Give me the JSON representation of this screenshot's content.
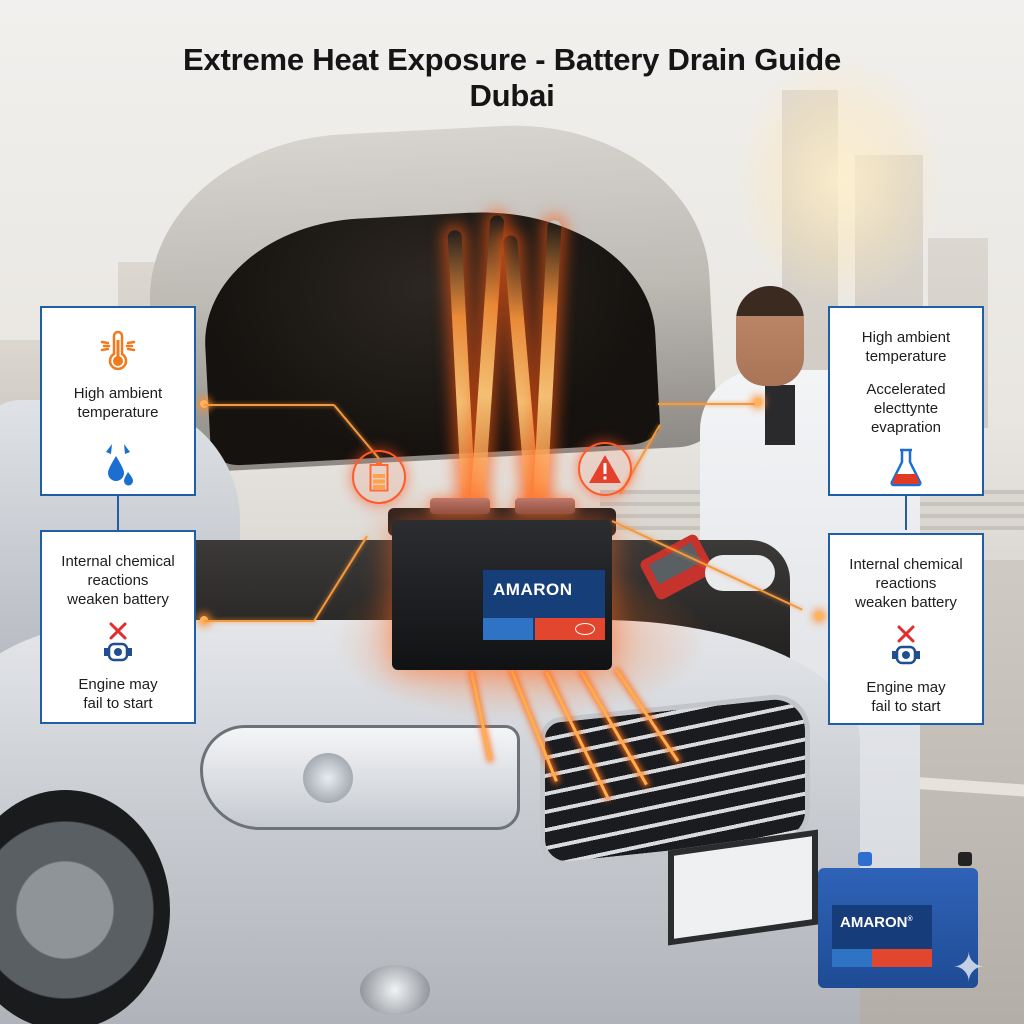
{
  "title": {
    "line1": "Extreme Heat Exposure - Battery Drain Guide",
    "line2": "Dubai"
  },
  "left_panels": [
    {
      "icon_top": "thermometer-heat-icon",
      "text": "High ambient\ntemperature",
      "icon_bottom": "water-droplets-icon"
    },
    {
      "text_top": "Internal chemical\nreactions\nweaken battery",
      "icon_x": "red-x-icon",
      "icon_engine": "engine-icon",
      "text_bottom": "Engine may\nfail to start"
    }
  ],
  "right_panels": [
    {
      "text_top": "High ambient\ntemperature",
      "text_mid": "Accelerated\nelecttynte\nevapration",
      "icon_bottom": "flask-icon"
    },
    {
      "text_top": "Internal chemical\nreactions\nweaken battery",
      "icon_x": "red-x-icon",
      "icon_engine": "engine-icon",
      "text_bottom": "Engine may\nfail to start"
    }
  ],
  "floating_icons": [
    "battery-level-icon",
    "warning-triangle-icon"
  ],
  "battery_main": {
    "brand": "AMARON"
  },
  "battery_small": {
    "brand": "AMARON",
    "trademark": "®"
  },
  "colors": {
    "panel_border": "#1f5fa8",
    "heat_orange": "#f5822a",
    "alert_red": "#e2462f",
    "icon_blue": "#1a6fd0",
    "battery_label_blue": "#163e78"
  }
}
